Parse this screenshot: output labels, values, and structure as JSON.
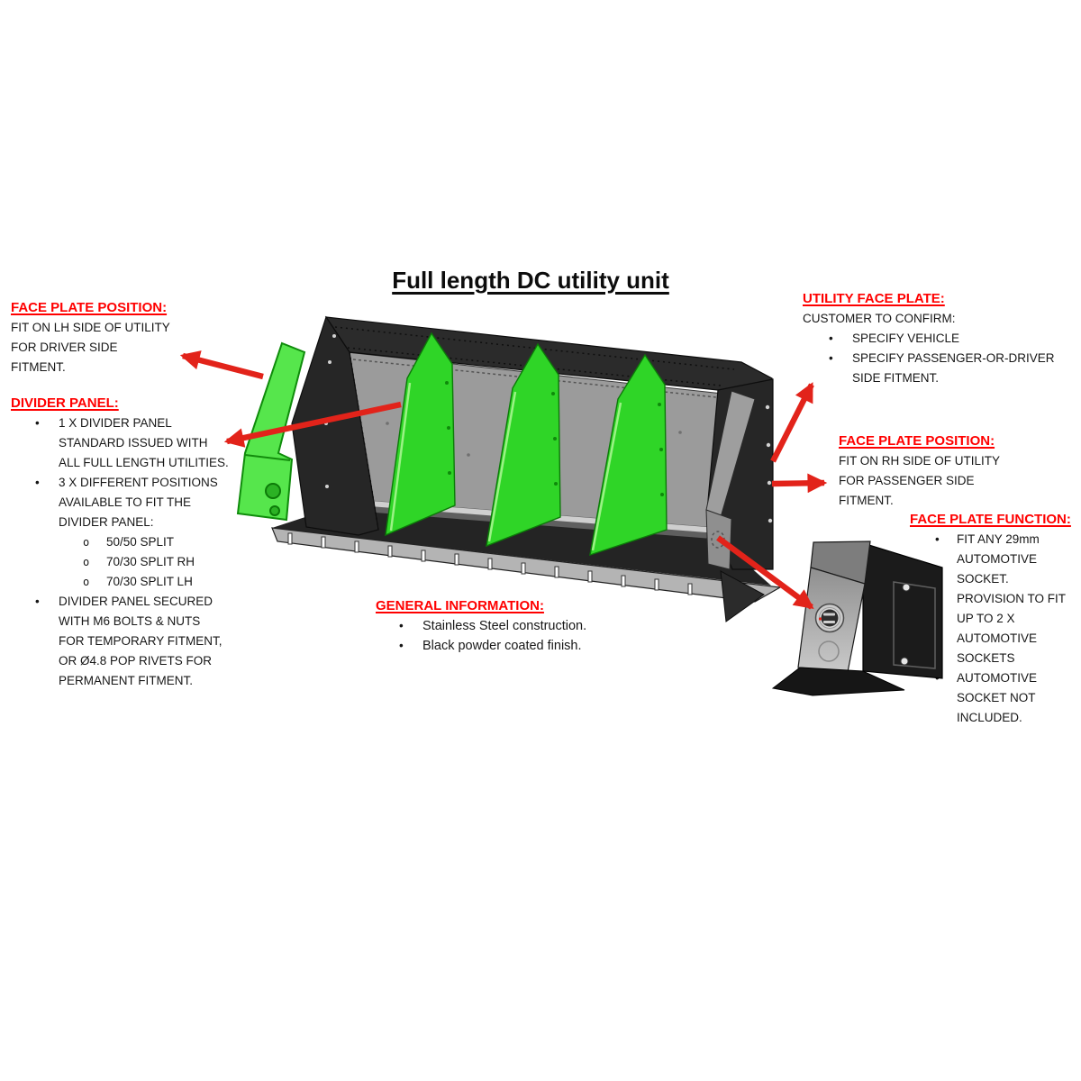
{
  "title": "Full length DC utility unit",
  "chars": {
    "bullet": "•",
    "sub_bullet": "o"
  },
  "colors": {
    "header_red": "#ff0000",
    "arrow_red": "#e2231a",
    "panel_green": "#2fd527",
    "faceplate_green": "#3fe233",
    "body_text": "#171717"
  },
  "blocks": {
    "face_plate_position_lh": {
      "heading": "FACE PLATE POSITION:",
      "lines": [
        "FIT ON LH SIDE OF UTILITY",
        "FOR DRIVER SIDE",
        "FITMENT."
      ]
    },
    "divider_panel": {
      "heading": "DIVIDER PANEL:",
      "items": [
        {
          "lines": [
            "1 X DIVIDER PANEL",
            "STANDARD ISSUED WITH",
            "ALL FULL LENGTH UTILITIES."
          ]
        },
        {
          "lines": [
            "3 X DIFFERENT POSITIONS",
            "AVAILABLE TO FIT THE",
            "DIVIDER PANEL:"
          ]
        },
        {
          "lines": [
            "50/50 SPLIT"
          ]
        },
        {
          "lines": [
            "70/30 SPLIT RH"
          ]
        },
        {
          "lines": [
            "70/30 SPLIT LH"
          ]
        },
        {
          "lines": [
            "DIVIDER PANEL SECURED",
            "WITH M6 BOLTS & NUTS",
            "FOR TEMPORARY FITMENT,",
            "OR Ø4.8 POP RIVETS FOR",
            "PERMANENT FITMENT."
          ]
        }
      ]
    },
    "utility_face_plate": {
      "heading": "UTILITY FACE PLATE:",
      "intro": "CUSTOMER TO CONFIRM:",
      "items": [
        {
          "lines": [
            "SPECIFY VEHICLE"
          ]
        },
        {
          "lines": [
            "SPECIFY PASSENGER-OR-DRIVER",
            "SIDE FITMENT."
          ]
        }
      ]
    },
    "face_plate_position_rh": {
      "heading": "FACE PLATE POSITION:",
      "lines": [
        "FIT ON RH SIDE OF UTILITY",
        "FOR PASSENGER SIDE",
        "FITMENT."
      ]
    },
    "face_plate_function": {
      "heading": "FACE PLATE FUNCTION:",
      "items": [
        {
          "lines": [
            "FIT ANY 29mm",
            "AUTOMOTIVE",
            "SOCKET."
          ]
        },
        {
          "lines": [
            "PROVISION TO FIT",
            "UP TO 2 X",
            "AUTOMOTIVE",
            "SOCKETS"
          ]
        },
        {
          "lines": [
            "AUTOMOTIVE",
            "SOCKET NOT",
            "INCLUDED."
          ]
        }
      ]
    },
    "general_information": {
      "heading": "GENERAL INFORMATION:",
      "items": [
        {
          "lines": [
            "Stainless Steel construction."
          ]
        },
        {
          "lines": [
            "Black powder coated finish."
          ]
        }
      ]
    }
  }
}
